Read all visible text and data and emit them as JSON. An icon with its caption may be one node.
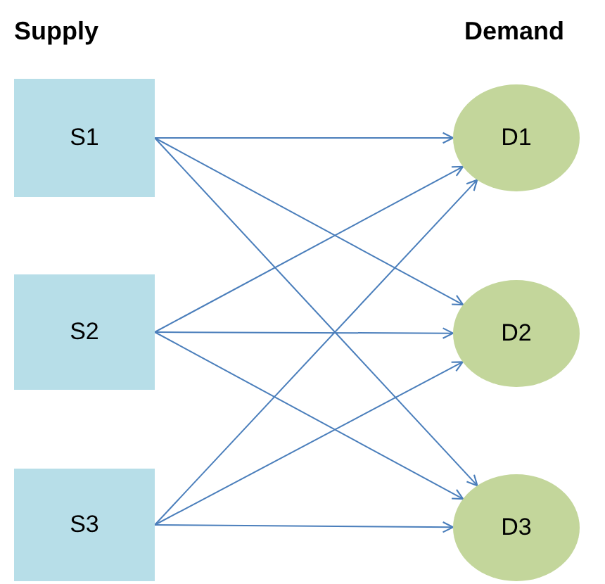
{
  "diagram": {
    "nodes": [
      {
        "text": [
          "S1"
        ]
      },
      {
        "text": [
          "S2"
        ]
      },
      {
        "text": [
          "S3"
        ]
      },
      {
        "text": [
          "D1"
        ]
      },
      {
        "text": [
          "D2"
        ]
      },
      {
        "text": [
          "D3"
        ]
      }
    ],
    "edges": [
      {
        "from": 0,
        "to": 3,
        "arrow": "to"
      },
      {
        "from": 0,
        "to": 4,
        "arrow": "to"
      },
      {
        "from": 0,
        "to": 5,
        "arrow": "to"
      },
      {
        "from": 1,
        "to": 3,
        "arrow": "to"
      },
      {
        "from": 1,
        "to": 4,
        "arrow": "to"
      },
      {
        "from": 1,
        "to": 5,
        "arrow": "to"
      },
      {
        "from": 2,
        "to": 3,
        "arrow": "to"
      },
      {
        "from": 2,
        "to": 4,
        "arrow": "to"
      },
      {
        "from": 2,
        "to": 5,
        "arrow": "to"
      }
    ],
    "labels": [
      "Supply",
      "Demand"
    ]
  }
}
